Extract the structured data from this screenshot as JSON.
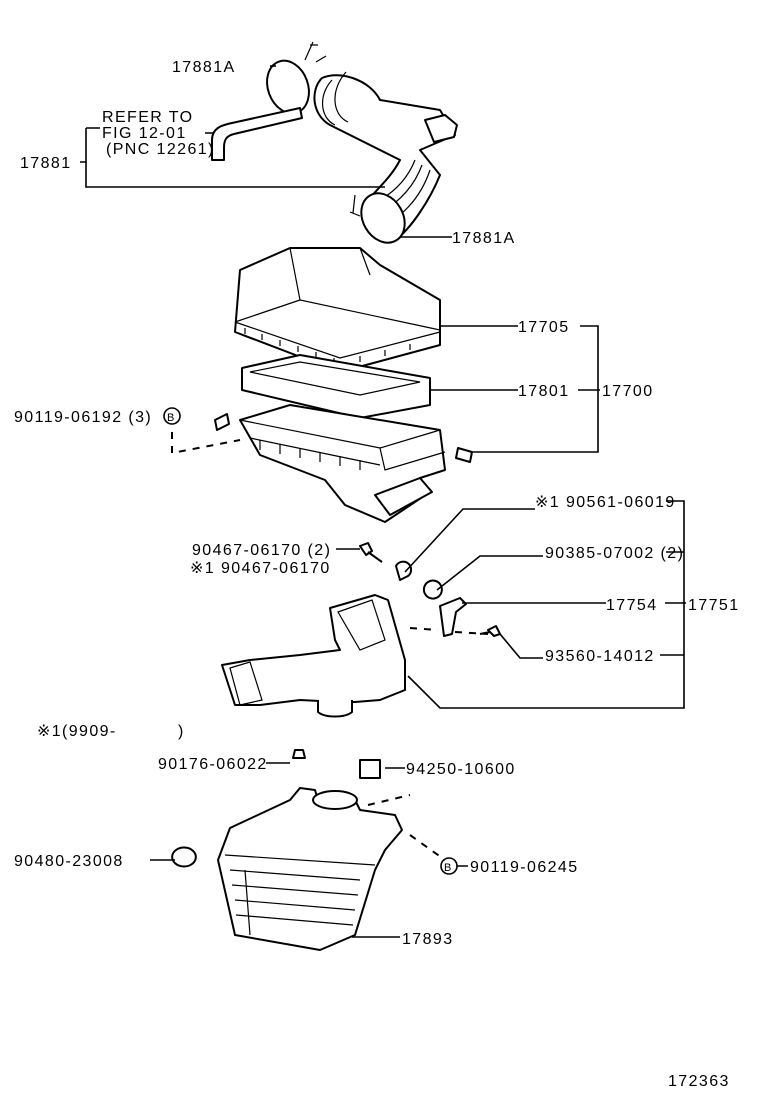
{
  "diagram": {
    "figure_number": "172363",
    "footnote": {
      "mark": "※1",
      "range": "(9909-",
      "close": ")"
    },
    "labels": {
      "hose_clamp_top": "17881A",
      "refer_line1": "REFER TO",
      "refer_line2": "FIG 12-01",
      "refer_line3": "(PNC 12261)",
      "hose_assy": "17881",
      "hose_clamp_bottom": "17881A",
      "cap_sub_assy": "17705",
      "element": "17801",
      "cleaner_assy": "17700",
      "bolt_b_upper": "90119-06192 (3)",
      "grommet": "※1 90561-06019",
      "bolt_90467": "90467-06170 (2)",
      "bolt_90467_alt": "※1 90467-06170",
      "collar": "90385-07002 (2)",
      "bracket": "17754",
      "inlet_assy": "17751",
      "screw": "93560-14012",
      "clip_90176": "90176-06022",
      "nut_94250": "94250-10600",
      "plug": "90480-23008",
      "bolt_b_lower": "90119-06245",
      "resonator": "17893"
    },
    "callout_letter": "B"
  }
}
